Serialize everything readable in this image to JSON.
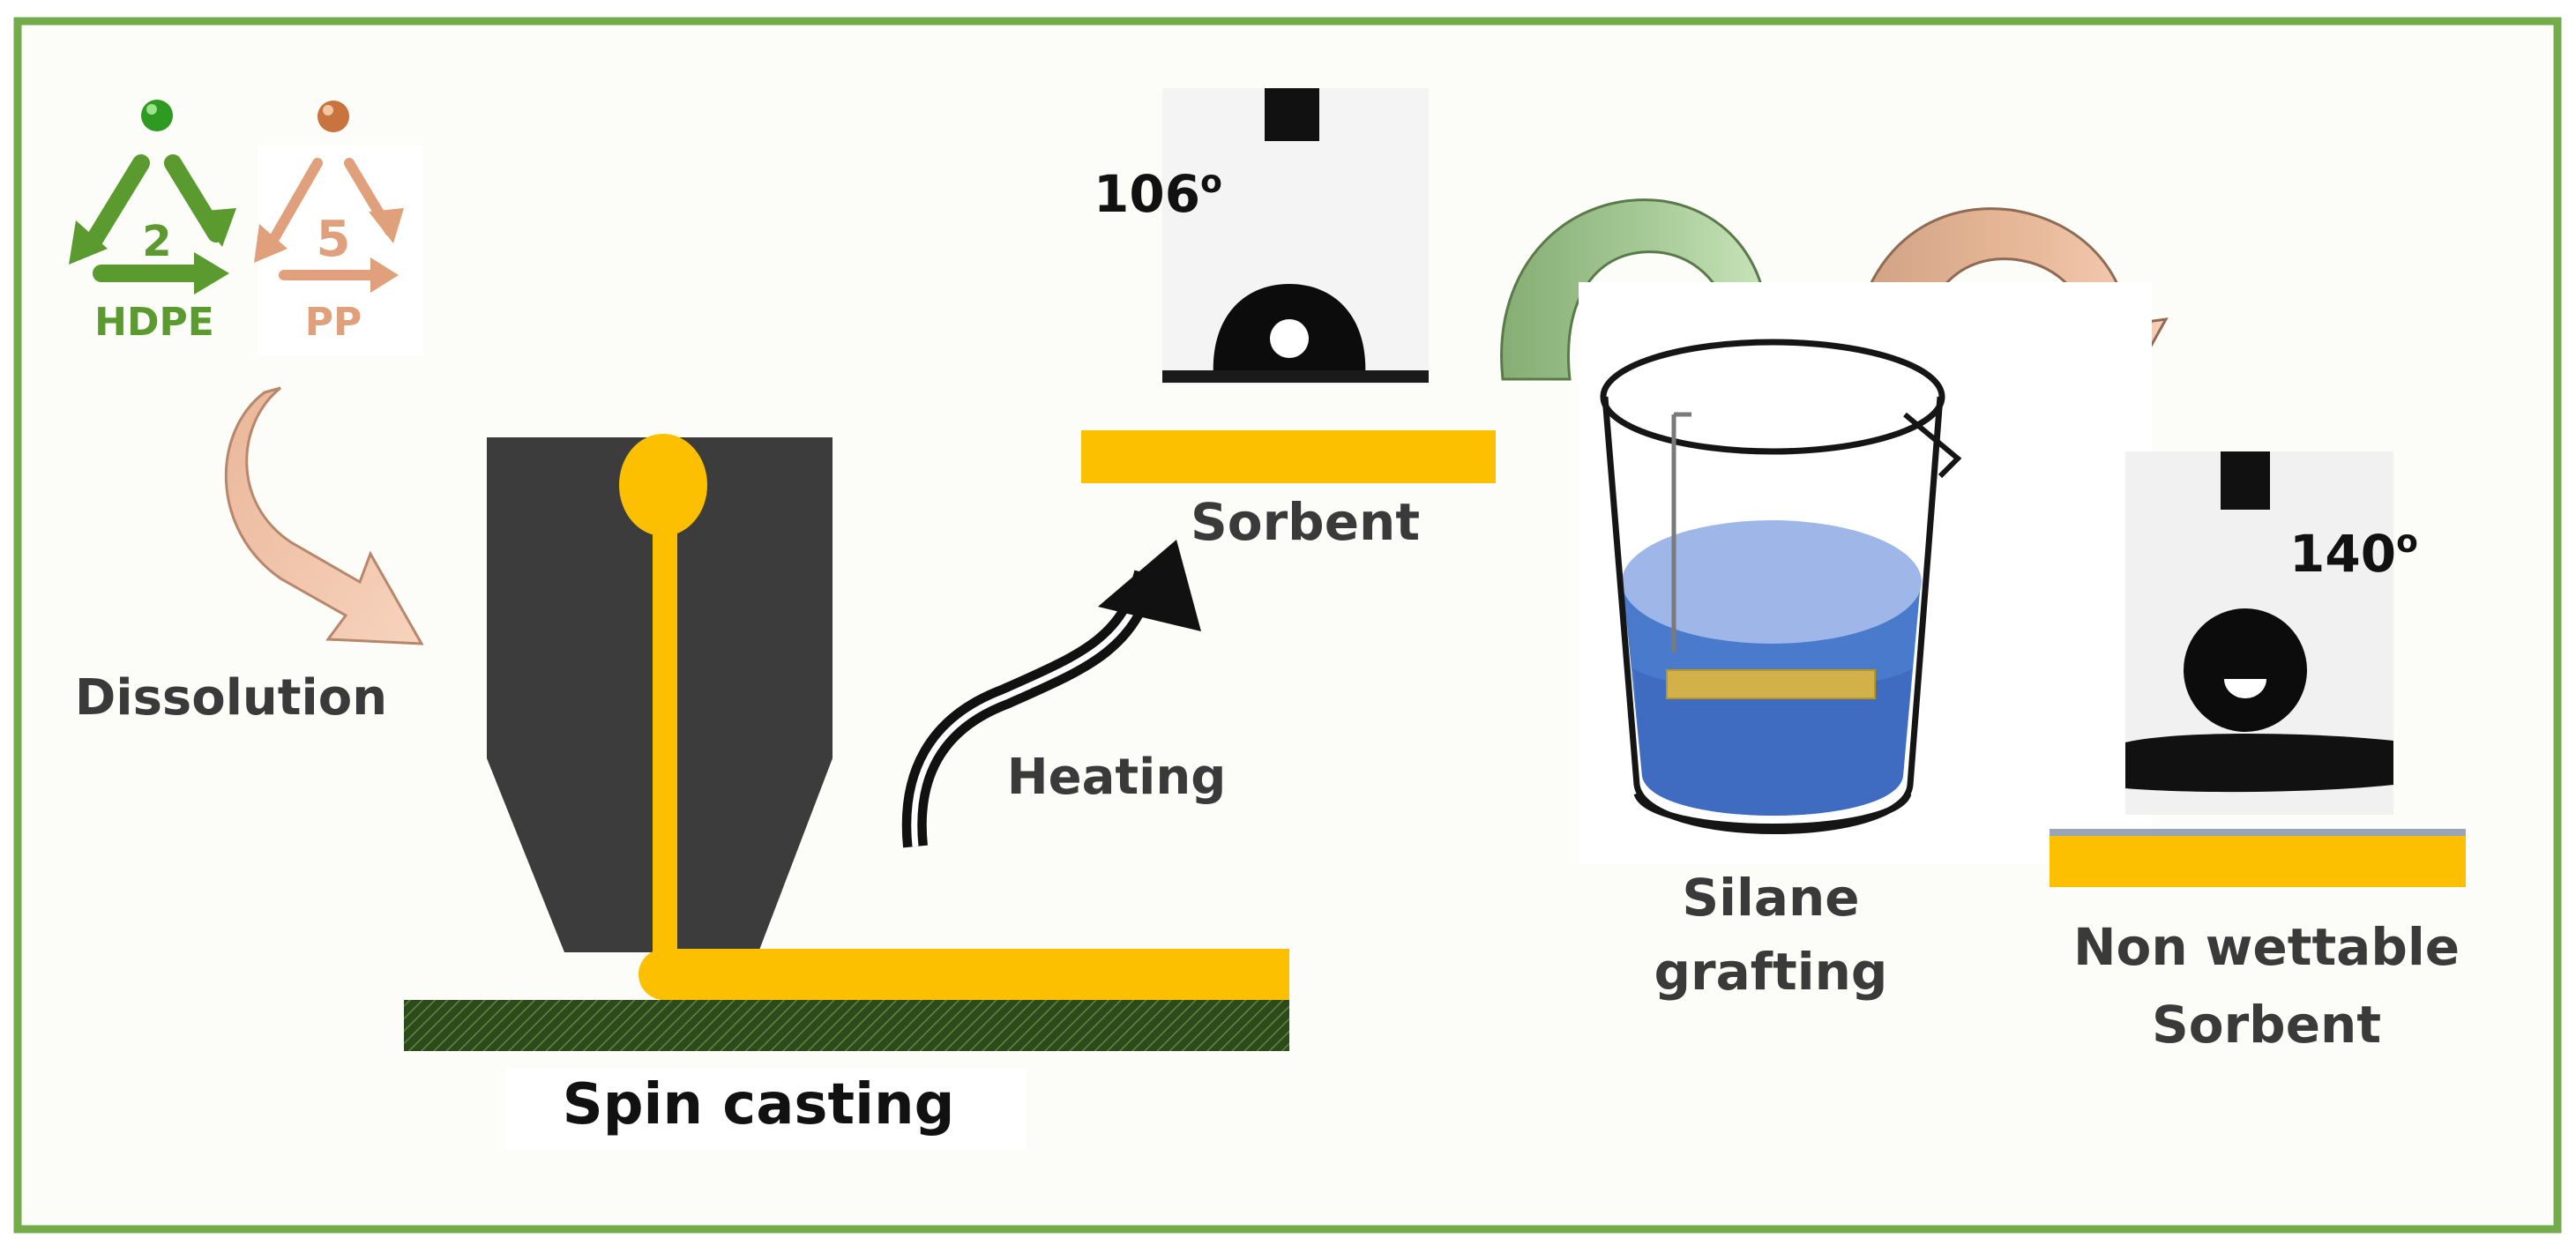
{
  "recycle_codes": [
    {
      "number": "2",
      "name": "HDPE",
      "color": "#5a9a2e",
      "dot_color": "#2e9a22"
    },
    {
      "number": "5",
      "name": "PP",
      "color": "#e0a07c",
      "dot_color": "#c9733f"
    }
  ],
  "steps": {
    "dissolution": "Dissolution",
    "spin_casting": "Spin casting",
    "heating": "Heating",
    "sorbent": "Sorbent",
    "silane_line1": "Silane",
    "silane_line2": "grafting",
    "nonwet_line1": "Non wettable",
    "nonwet_line2": "Sorbent"
  },
  "contact_angles": {
    "before": "106",
    "after": "140",
    "unit_mark": "o"
  },
  "colors": {
    "frame": "#74ac4c",
    "background": "#fcfdf9",
    "polymer": "#fcc000",
    "nozzle": "#3c3c3c",
    "substrate": "#2c4a1c",
    "solution": "#4a7acc",
    "arrow_green": "#a3c796",
    "arrow_orange": "#e4b394",
    "arrow_peach": "#f2c3a8"
  }
}
